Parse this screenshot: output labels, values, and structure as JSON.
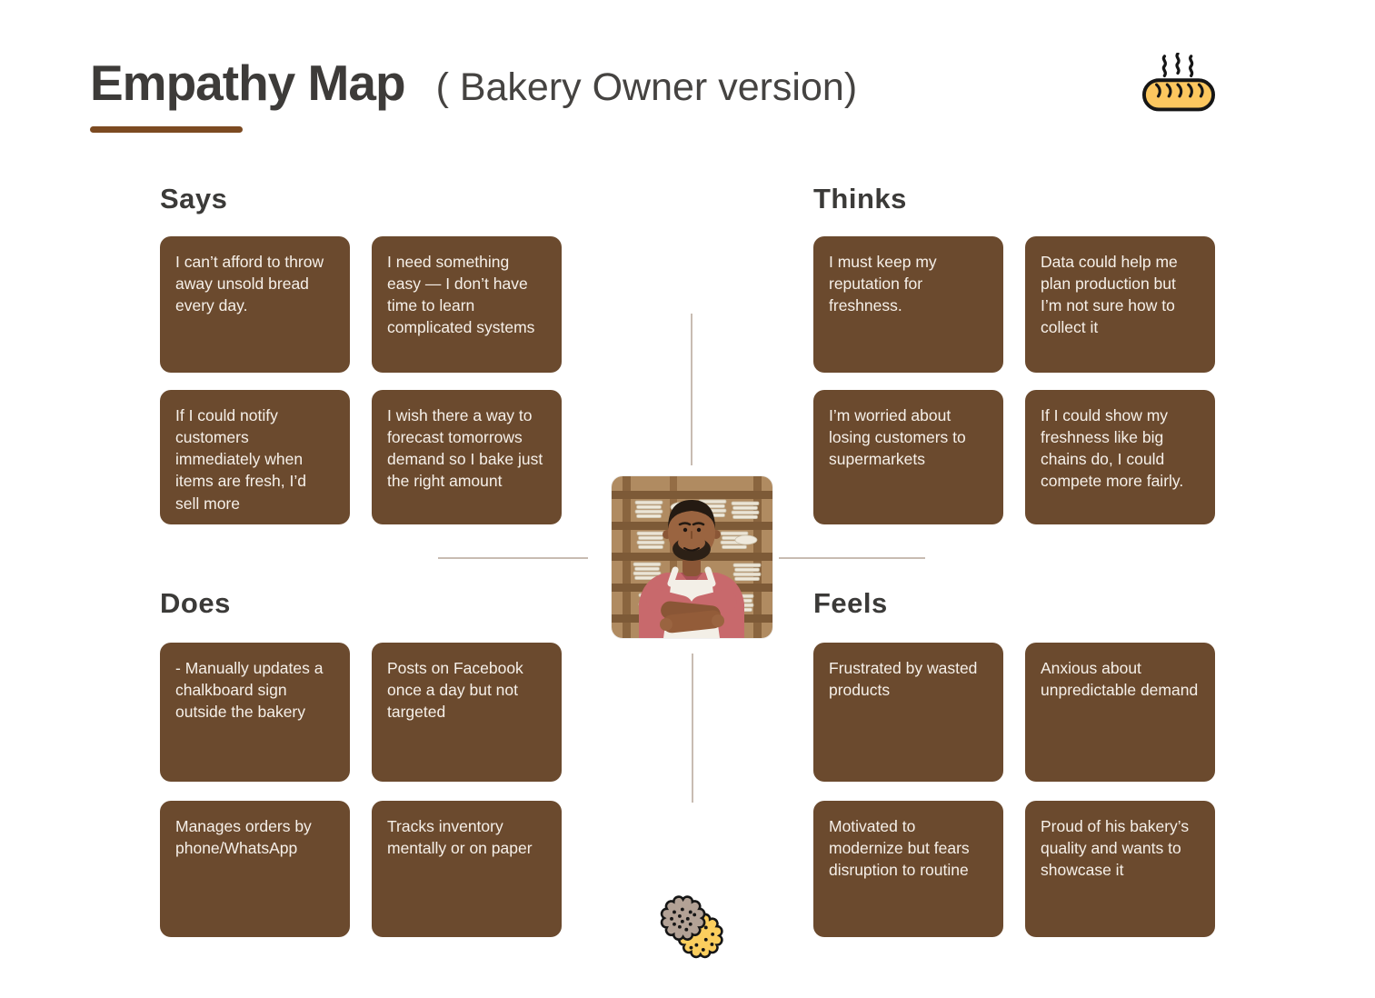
{
  "header": {
    "title": "Empathy Map",
    "subtitle": "( Bakery Owner version)"
  },
  "icons": {
    "bread_icon": "steaming bread loaf",
    "cookies_icon": "two overlapping cookies"
  },
  "quadrants": [
    {
      "label": "Says",
      "cards": [
        "I can’t afford to throw away unsold bread every day.",
        "I need something easy — I don’t have time to learn complicated systems",
        "If I could notify customers immediately when items are fresh, I’d sell more",
        "I wish there a way to forecast tomorrows demand so I bake just the right amount"
      ]
    },
    {
      "label": "Thinks",
      "cards": [
        "I must keep my reputation for freshness.",
        "Data could help me plan production but I’m not sure how to collect it",
        "I’m worried about losing customers to supermarkets",
        "If I could show my freshness like big chains do, I could compete more fairly."
      ]
    },
    {
      "label": "Does",
      "cards": [
        "- Manually updates a chalkboard sign outside the bakery",
        "Posts on Facebook once a day but not targeted",
        "Manages orders by phone/WhatsApp",
        "Tracks inventory mentally or on paper"
      ]
    },
    {
      "label": "Feels",
      "cards": [
        "Frustrated by wasted products",
        "Anxious about unpredictable demand",
        "Motivated to modernize but fears disruption to routine",
        "Proud of his bakery’s quality and wants to showcase it"
      ]
    }
  ],
  "center_image": {
    "description": "Bakery owner with crossed arms, pink polo and white apron, standing in front of shelves stacked with plates"
  },
  "colors": {
    "card_background": "#6b4a2e",
    "card_text": "#f6f0e9",
    "heading_text": "#3b3a38",
    "title_underline": "#7c4a21",
    "divider_line": "#c8bcb2",
    "bread_fill": "#fcc75f",
    "cookie_yellow": "#fbce5e",
    "cookie_taupe": "#b3a296"
  }
}
